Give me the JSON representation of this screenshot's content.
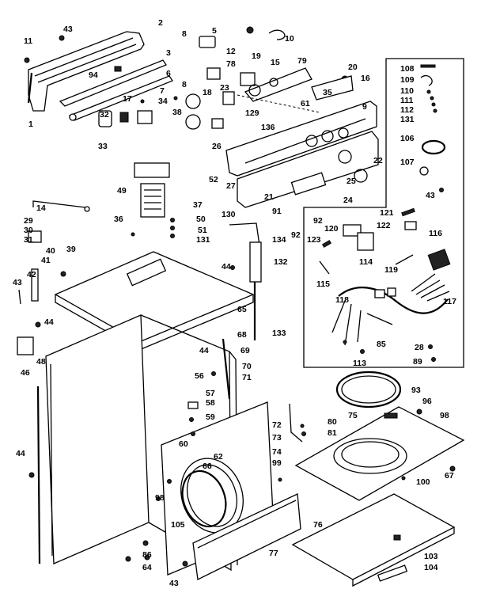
{
  "callouts": {
    "c1": "1",
    "c2": "2",
    "c3": "3",
    "c5": "5",
    "c6": "6",
    "c7": "7",
    "c8a": "8",
    "c8b": "8",
    "c9": "9",
    "c10": "10",
    "c11": "11",
    "c12": "12",
    "c14": "14",
    "c15": "15",
    "c16": "16",
    "c17": "17",
    "c18": "18",
    "c19": "19",
    "c20": "20",
    "c21": "21",
    "c22": "22",
    "c23": "23",
    "c24": "24",
    "c25": "25",
    "c26": "26",
    "c27": "27",
    "c28": "28",
    "c29": "29",
    "c30": "30",
    "c31": "31",
    "c32": "32",
    "c33": "33",
    "c34": "34",
    "c35": "35",
    "c36": "36",
    "c37": "37",
    "c38": "38",
    "c39": "39",
    "c40": "40",
    "c41": "41",
    "c42": "42",
    "c43a": "43",
    "c43b": "43",
    "c43c": "43",
    "c43d": "43",
    "c44a": "44",
    "c44b": "44",
    "c44c": "44",
    "c44d": "44",
    "c46": "46",
    "c48": "48",
    "c49": "49",
    "c50": "50",
    "c51": "51",
    "c52": "52",
    "c56": "56",
    "c57": "57",
    "c58": "58",
    "c59": "59",
    "c60": "60",
    "c61": "61",
    "c62": "62",
    "c64": "64",
    "c65": "65",
    "c66": "66",
    "c67": "67",
    "c68": "68",
    "c69": "69",
    "c70": "70",
    "c71": "71",
    "c72": "72",
    "c73": "73",
    "c74": "74",
    "c75": "75",
    "c76": "76",
    "c77": "77",
    "c78": "78",
    "c79": "79",
    "c80": "80",
    "c81": "81",
    "c85": "85",
    "c86": "86",
    "c89": "89",
    "c91": "91",
    "c92a": "92",
    "c92b": "92",
    "c93": "93",
    "c94": "94",
    "c96": "96",
    "c98a": "98",
    "c98b": "98",
    "c99": "99",
    "c100": "100",
    "c103": "103",
    "c104": "104",
    "c105": "105",
    "c106": "106",
    "c107": "107",
    "c108": "108",
    "c109": "109",
    "c110": "110",
    "c111": "111",
    "c112": "112",
    "c113": "113",
    "c114": "114",
    "c115": "115",
    "c116": "116",
    "c117": "117",
    "c118": "118",
    "c119": "119",
    "c120": "120",
    "c121": "121",
    "c122": "122",
    "c123": "123",
    "c129": "129",
    "c130": "130",
    "c131a": "131",
    "c131b": "131",
    "c132": "132",
    "c133": "133",
    "c134": "134",
    "c136": "136"
  }
}
